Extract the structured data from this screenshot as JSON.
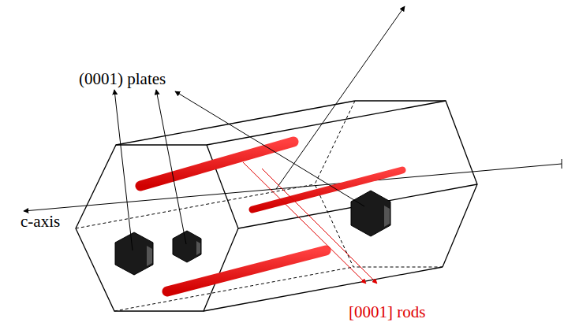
{
  "diagram": {
    "labels": [
      "(0001) plates",
      "c-axis",
      "[0001] rods"
    ]
  }
}
